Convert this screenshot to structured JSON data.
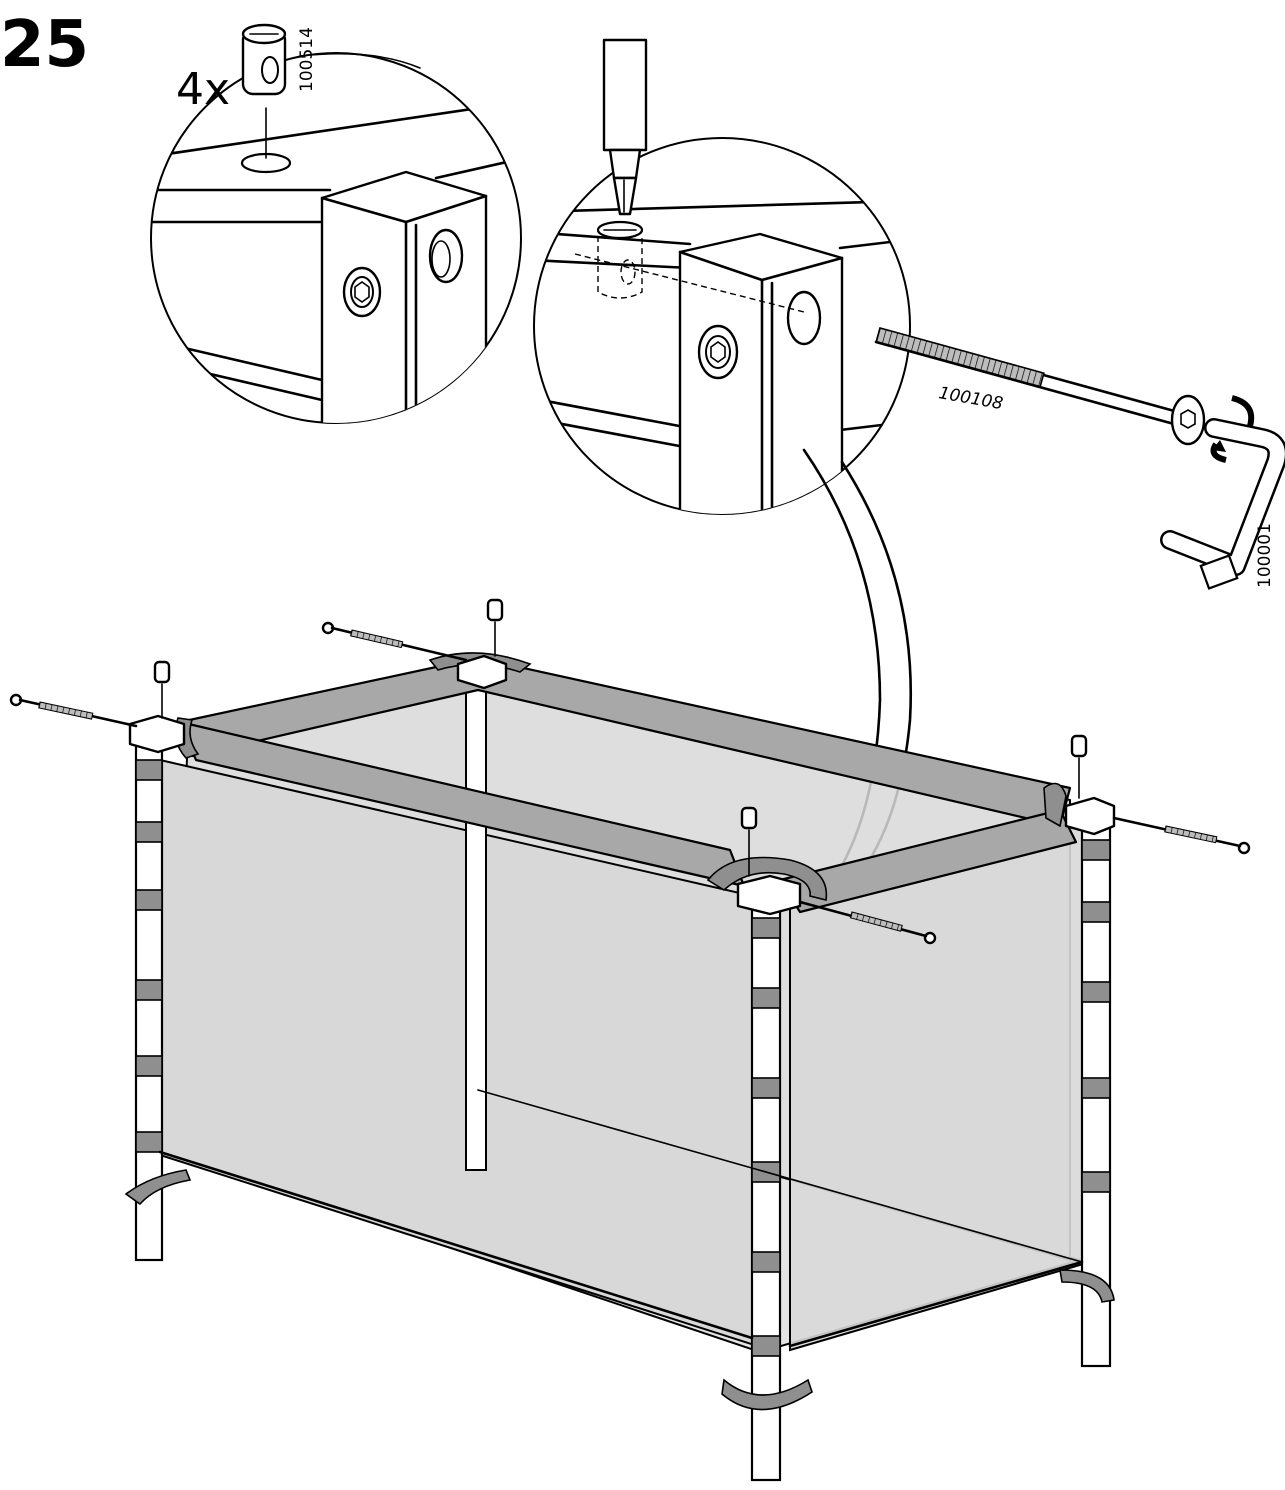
{
  "step": {
    "number": "25"
  },
  "detail_left": {
    "quantity": "4x",
    "part_number": "100514",
    "part": "cam-nut"
  },
  "detail_right": {
    "bolt_part_number": "100108",
    "tool_part_number": "100001",
    "tool": "allen-key",
    "action": "screwdriver-turn"
  },
  "assembly": {
    "object": "crib-frame-with-mesh-sides",
    "cam_nuts_shown": 4,
    "bolts_shown": 4
  }
}
